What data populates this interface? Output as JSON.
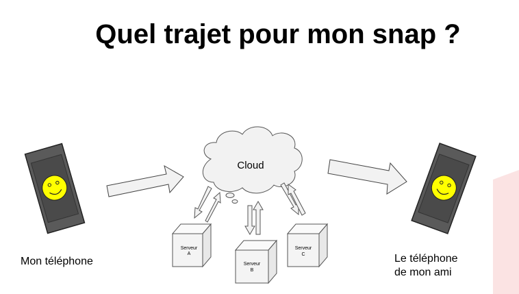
{
  "slide": {
    "title": "Quel trajet pour mon snap ?"
  },
  "cloud": {
    "label": "Cloud"
  },
  "servers": [
    {
      "line1": "Serveur",
      "line2": "A"
    },
    {
      "line1": "Serveur",
      "line2": "B"
    },
    {
      "line1": "Serveur",
      "line2": "C"
    }
  ],
  "labels": {
    "my_phone": "Mon téléphone",
    "friend_phone_line1": "Le téléphone",
    "friend_phone_line2": "de mon ami"
  },
  "colors": {
    "phone_body": "#5a5a5a",
    "phone_screen": "#4a4a4a",
    "smiley": "#ffff00",
    "cloud_fill": "#f2f2f2",
    "box_fill": "#f4f4f4",
    "arrow_fill": "#f2f2f2",
    "accent_edge": "#fbe3e3"
  }
}
